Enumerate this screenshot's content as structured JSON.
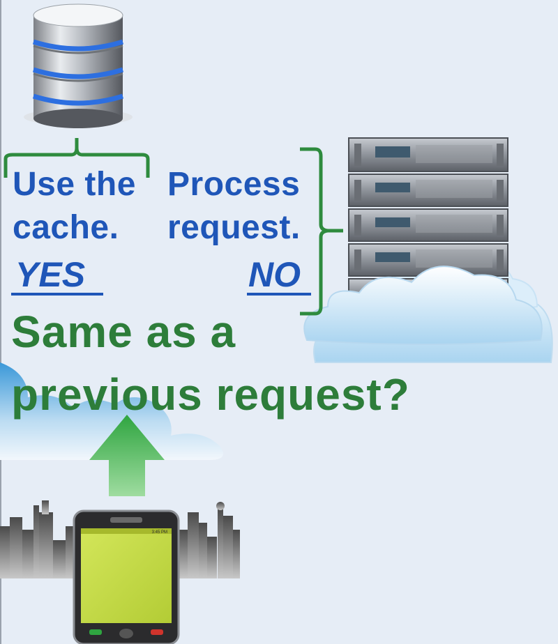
{
  "labels": {
    "use_cache_line1": "Use the",
    "use_cache_line2": "cache.",
    "process_line1": "Process",
    "process_line2": "request.",
    "yes": "YES",
    "no": "NO",
    "question_line1": "Same as a",
    "question_line2": "previous request?"
  },
  "phone": {
    "status_time": "3:45 PM"
  },
  "colors": {
    "background": "#e6edf6",
    "label_blue": "#1f56b8",
    "question_green": "#2d7d3a",
    "bracket_green": "#2e8b3e",
    "arrow_green": "#2fa540",
    "phone_screen": "#c2d840"
  },
  "icons": [
    "database-icon",
    "server-rack-icon",
    "cloud-icon",
    "up-arrow-icon",
    "smartphone-icon",
    "city-skyline-icon"
  ]
}
